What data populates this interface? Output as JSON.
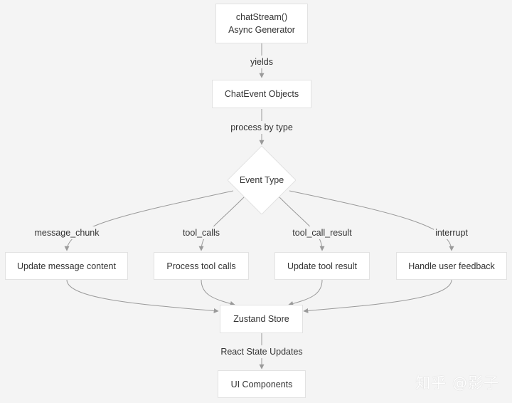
{
  "nodes": {
    "chat_stream": {
      "line1": "chatStream()",
      "line2": "Async Generator"
    },
    "chat_event_objects": "ChatEvent Objects",
    "event_type": "Event Type",
    "update_message_content": "Update message content",
    "process_tool_calls": "Process tool calls",
    "update_tool_result": "Update tool result",
    "handle_user_feedback": "Handle user feedback",
    "zustand_store": "Zustand Store",
    "ui_components": "UI Components"
  },
  "edges": {
    "yields": "yields",
    "process_by_type": "process by type",
    "message_chunk": "message_chunk",
    "tool_calls": "tool_calls",
    "tool_call_result": "tool_call_result",
    "interrupt": "interrupt",
    "react_state_updates": "React State Updates"
  },
  "watermark": "知乎 @影子",
  "colors": {
    "background": "#f4f4f4",
    "node_fill": "#ffffff",
    "node_border": "#e2e2e2",
    "edge": "#9a9a9a",
    "text": "#333333"
  }
}
